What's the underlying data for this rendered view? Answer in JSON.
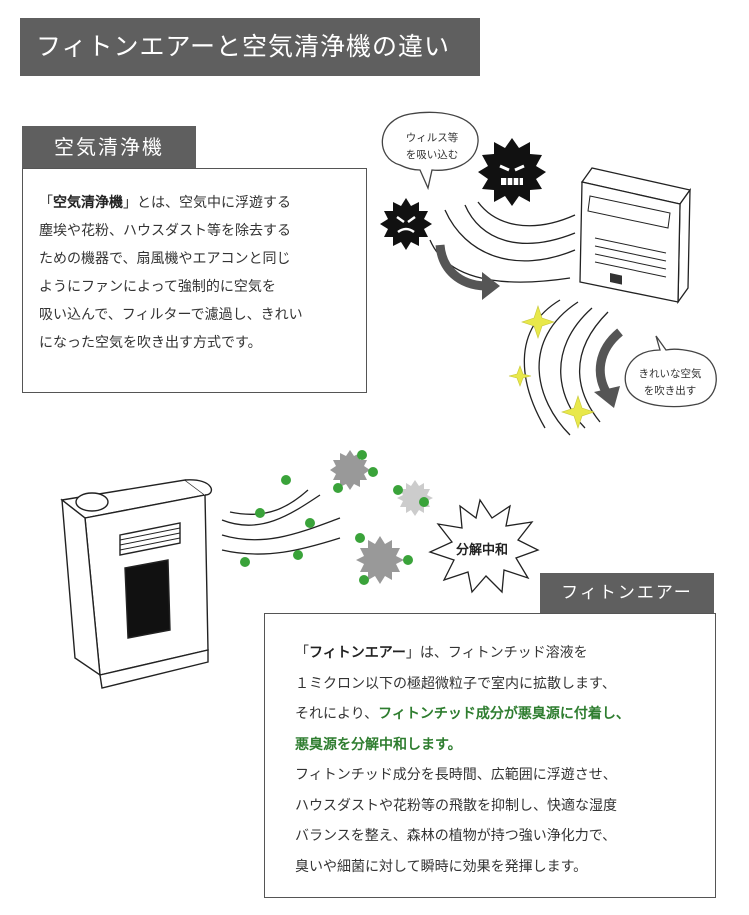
{
  "header": {
    "title": "フィトンエアーと空気清浄機の違い"
  },
  "section1": {
    "label": "空気清浄機",
    "p_open": "「",
    "p_bold": "空気清浄機",
    "p_rest": "」とは、空気中に浮遊する\n塵埃や花粉、ハウスダスト等を除去する\nための機器で、扇風機やエアコンと同じ\nようにファンによって強制的に空気を\n吸い込んで、フィルターで濾過し、きれい\nになった空気を吹き出す方式です。",
    "bubble_in": "ウィルス等\nを吸い込む",
    "bubble_out": "きれいな空気\nを吹き出す"
  },
  "section2": {
    "label": "フィトンエアー",
    "burst": "分解中和",
    "p_open": "「",
    "p_bold": "フィトンエアー",
    "p_mid": "」は、フィトンチッド溶液を\n１ミクロン以下の極超微粒子で室内に拡散します、\nそれにより、",
    "p_green": "フィトンチッド成分が悪臭源に付着し、\n悪臭源を分解中和します。",
    "p_end": "\nフィトンチッド成分を長時間、広範囲に浮遊させ、\nハウスダストや花粉等の飛散を抑制し、快適な湿度\nバランスを整え、森林の植物が持つ強い浄化力で、\n臭いや細菌に対して瞬時に効果を発揮します。"
  },
  "colors": {
    "label_bg": "#5f5f5f",
    "accent_green": "#2e7d2f",
    "sparkle": "#e8e84a",
    "particle": "#3aa33a"
  }
}
